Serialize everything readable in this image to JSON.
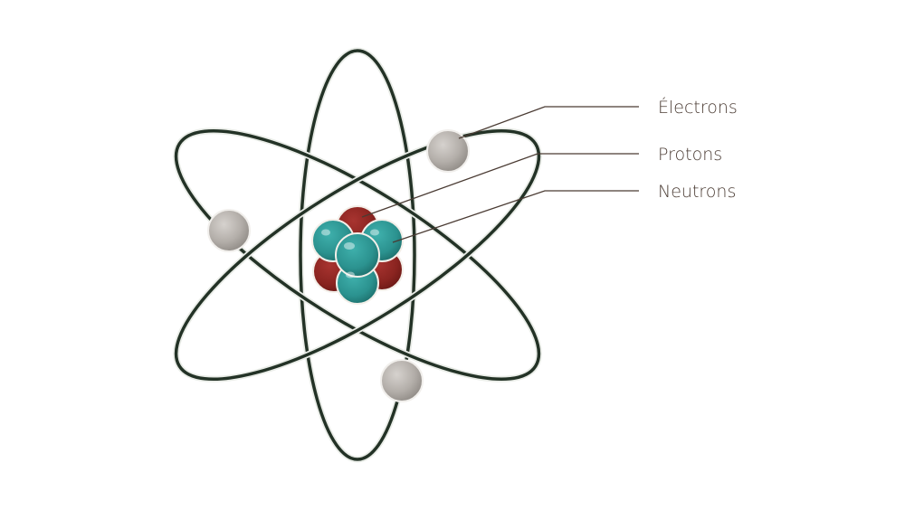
{
  "colors": {
    "orbit": "#233226",
    "orbit_halo": "#e9ece7",
    "electron": "#b3aea9",
    "proton": "#8a2420",
    "neutron": "#2b928f",
    "leader_line": "#4a3b33",
    "label_text": "#4b3c34"
  },
  "labels": {
    "electrons": "Électrons",
    "protons": "Protons",
    "neutrons": "Neutrons"
  }
}
